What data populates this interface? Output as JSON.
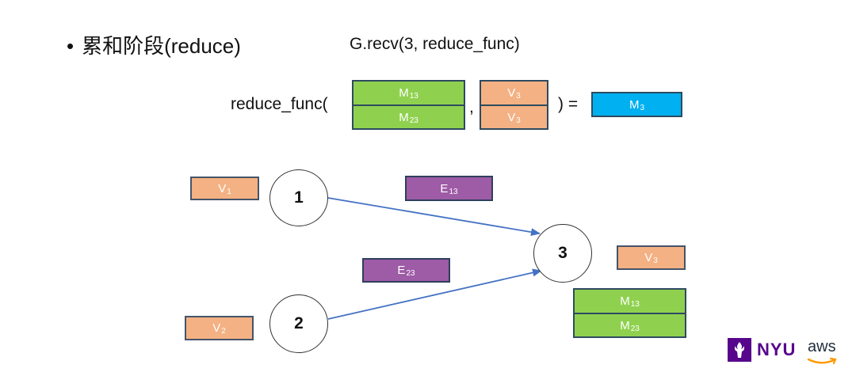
{
  "header": {
    "bullet": "•",
    "title": "累和阶段(reduce)",
    "call": "G.recv(3, reduce_func)"
  },
  "equation": {
    "fn_open": "reduce_func(",
    "comma": ",",
    "close_eq": ") =",
    "msg_stack": [
      {
        "base": "M",
        "sub": "13"
      },
      {
        "base": "M",
        "sub": "23"
      }
    ],
    "vertex_stack": [
      {
        "base": "V",
        "sub": "3"
      },
      {
        "base": "V",
        "sub": "3"
      }
    ],
    "result": {
      "base": "M",
      "sub": "3"
    }
  },
  "graph": {
    "nodes": [
      {
        "id": "node-1",
        "label": "1"
      },
      {
        "id": "node-2",
        "label": "2"
      },
      {
        "id": "node-3",
        "label": "3"
      }
    ],
    "vertex_boxes": [
      {
        "base": "V",
        "sub": "1"
      },
      {
        "base": "V",
        "sub": "2"
      },
      {
        "base": "V",
        "sub": "3"
      }
    ],
    "edge_boxes": [
      {
        "base": "E",
        "sub": "13"
      },
      {
        "base": "E",
        "sub": "23"
      }
    ],
    "received_messages": [
      {
        "base": "M",
        "sub": "13"
      },
      {
        "base": "M",
        "sub": "23"
      }
    ]
  },
  "colors": {
    "vertex": "#f4b183",
    "edge": "#9e5ba6",
    "message": "#8fd14f",
    "result": "#00b0f0",
    "arrow": "#4472c4"
  },
  "logos": {
    "nyu": "NYU",
    "aws": "aws"
  }
}
